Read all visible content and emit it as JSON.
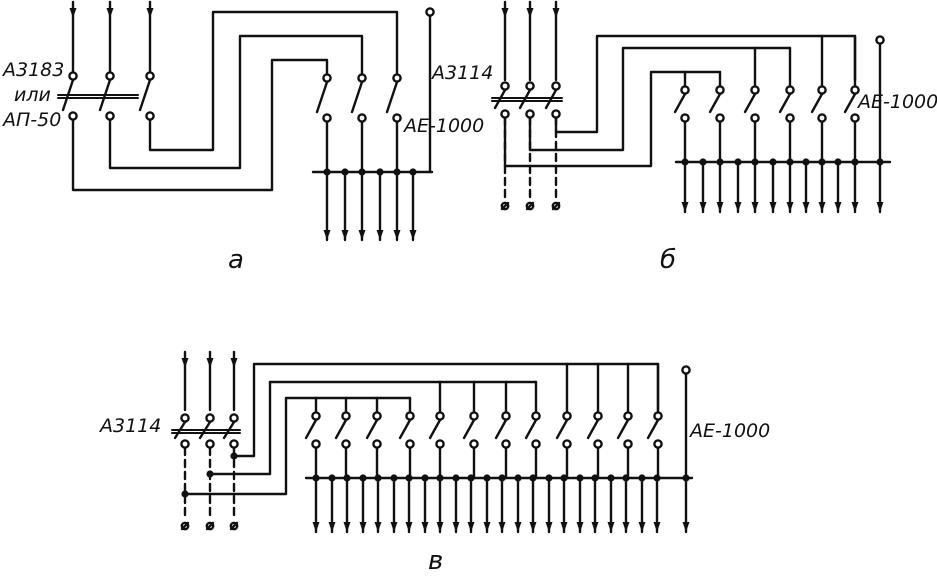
{
  "diagrams": {
    "a": {
      "caption": "а",
      "switch_label_lines": [
        "А3183",
        "или",
        "АП-50"
      ],
      "breaker_label": "АЕ-1000"
    },
    "b": {
      "caption": "б",
      "switch_label": "А3114",
      "breaker_label": "АЕ-1000"
    },
    "c": {
      "caption": "в",
      "switch_label": "А3114",
      "breaker_label": "АЕ-1000"
    }
  }
}
